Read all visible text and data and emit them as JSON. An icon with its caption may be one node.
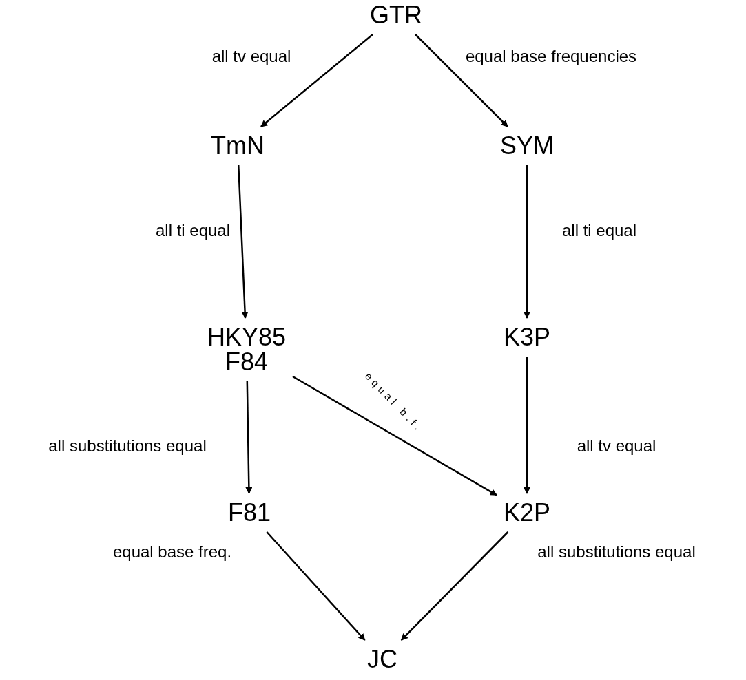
{
  "diagram": {
    "nodes": [
      {
        "text": [
          "GTR"
        ]
      },
      {
        "text": [
          "TmN"
        ]
      },
      {
        "text": [
          "SYM"
        ]
      },
      {
        "text": [
          "HKY85",
          "F84"
        ]
      },
      {
        "text": [
          "K3P"
        ]
      },
      {
        "text": [
          "F81"
        ]
      },
      {
        "text": [
          "K2P"
        ]
      },
      {
        "text": [
          "JC"
        ]
      }
    ],
    "edges": [
      {
        "from": 0,
        "to": 1,
        "arrow": "to",
        "label": "all tv equal"
      },
      {
        "from": 0,
        "to": 2,
        "arrow": "to",
        "label": "equal base frequencies"
      },
      {
        "from": 1,
        "to": 3,
        "arrow": "to",
        "label": "all ti equal"
      },
      {
        "from": 2,
        "to": 4,
        "arrow": "to",
        "label": "all ti equal"
      },
      {
        "from": 3,
        "to": 5,
        "arrow": "to",
        "label": "all substitutions equal"
      },
      {
        "from": 3,
        "to": 6,
        "arrow": "to",
        "label": "equal b.f."
      },
      {
        "from": 4,
        "to": 6,
        "arrow": "to",
        "label": "all tv equal"
      },
      {
        "from": 5,
        "to": 7,
        "arrow": "to",
        "label": "equal base freq."
      },
      {
        "from": 6,
        "to": 7,
        "arrow": "to",
        "label": "all substitutions equal"
      }
    ]
  }
}
